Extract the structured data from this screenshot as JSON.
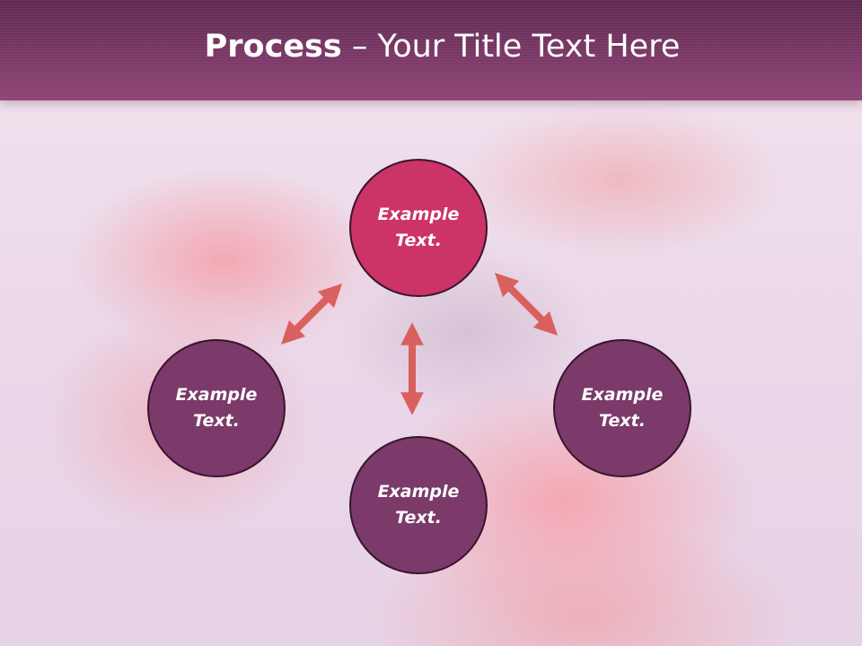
{
  "slide": {
    "title_bold": "Process",
    "title_rest": " – Your Title Text Here"
  },
  "nodes": {
    "top": {
      "line1": "Example",
      "line2": "Text."
    },
    "left": {
      "line1": "Example",
      "line2": "Text."
    },
    "right": {
      "line1": "Example",
      "line2": "Text."
    },
    "bottom": {
      "line1": "Example",
      "line2": "Text."
    }
  },
  "colors": {
    "header": "#7a3866",
    "primary_node": "#cc3366",
    "secondary_node": "#7b3a69",
    "arrow": "#d9605e"
  }
}
